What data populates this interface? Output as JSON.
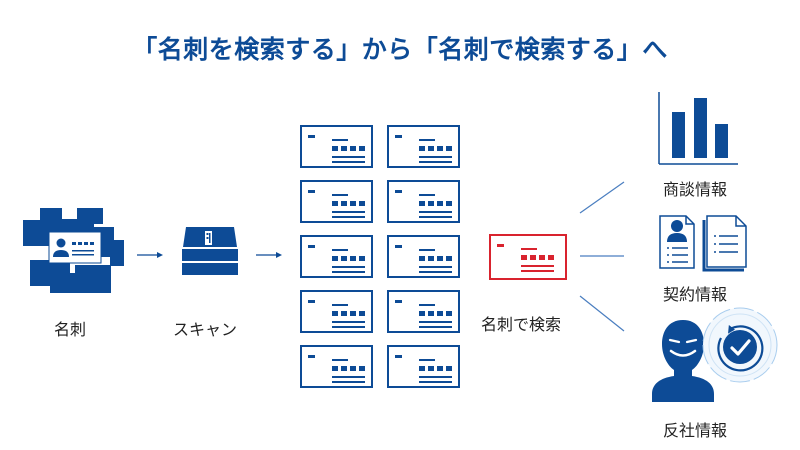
{
  "title": "「名刺を検索する」から「名刺で検索する」へ",
  "steps": {
    "business_cards": "名刺",
    "scan": "スキャン",
    "search_by_card": "名刺で検索"
  },
  "outputs": [
    {
      "label": "商談情報",
      "icon": "bar-chart-icon"
    },
    {
      "label": "契約情報",
      "icon": "contract-documents-icon"
    },
    {
      "label": "反社情報",
      "icon": "anti-social-check-icon"
    }
  ],
  "colors": {
    "primary": "#0d4b96",
    "highlight": "#d9232e",
    "connector": "#4a7ec0",
    "glow": "#cfe3f5"
  },
  "card_grid": {
    "rows": 5,
    "columns": 2
  }
}
